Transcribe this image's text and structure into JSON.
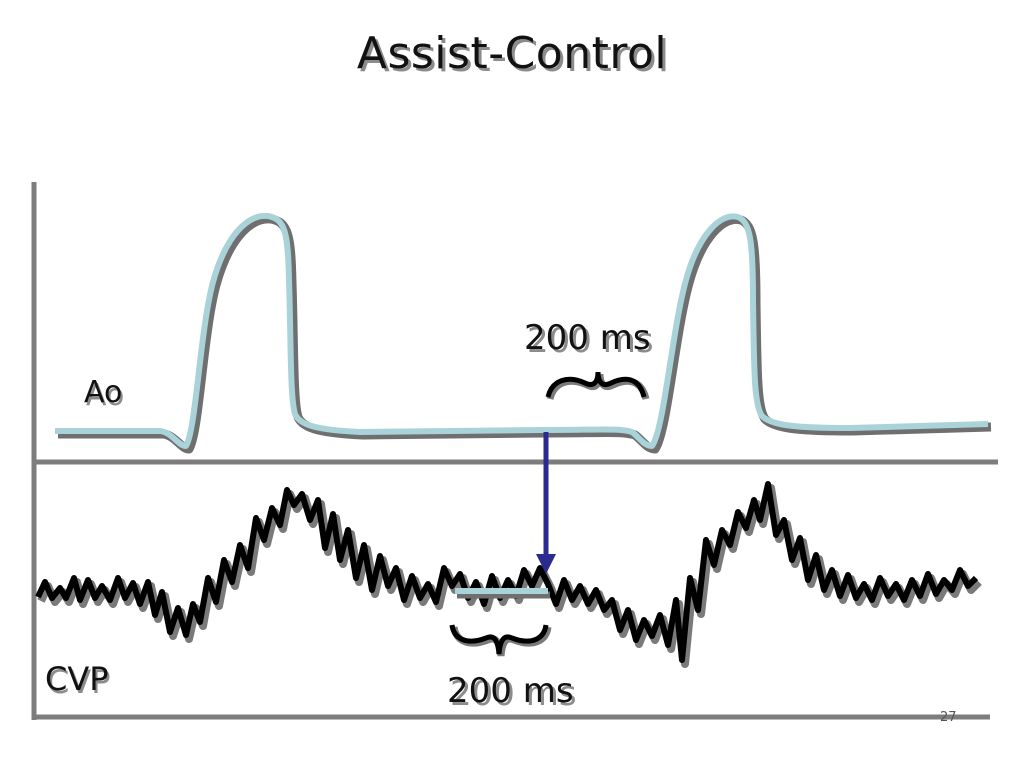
{
  "title": "Assist-Control",
  "labels": {
    "aortic": "Ao",
    "cvp": "CVP",
    "top_interval": "200 ms",
    "bottom_interval": "200 ms",
    "page_number": "27"
  },
  "colors": {
    "aortic_trace": "#a9d3d9",
    "cvp_trace": "#000000",
    "arrow": "#2b2b8f",
    "axis": "#9a9a9a",
    "shadow": "#8c8c8c"
  }
}
